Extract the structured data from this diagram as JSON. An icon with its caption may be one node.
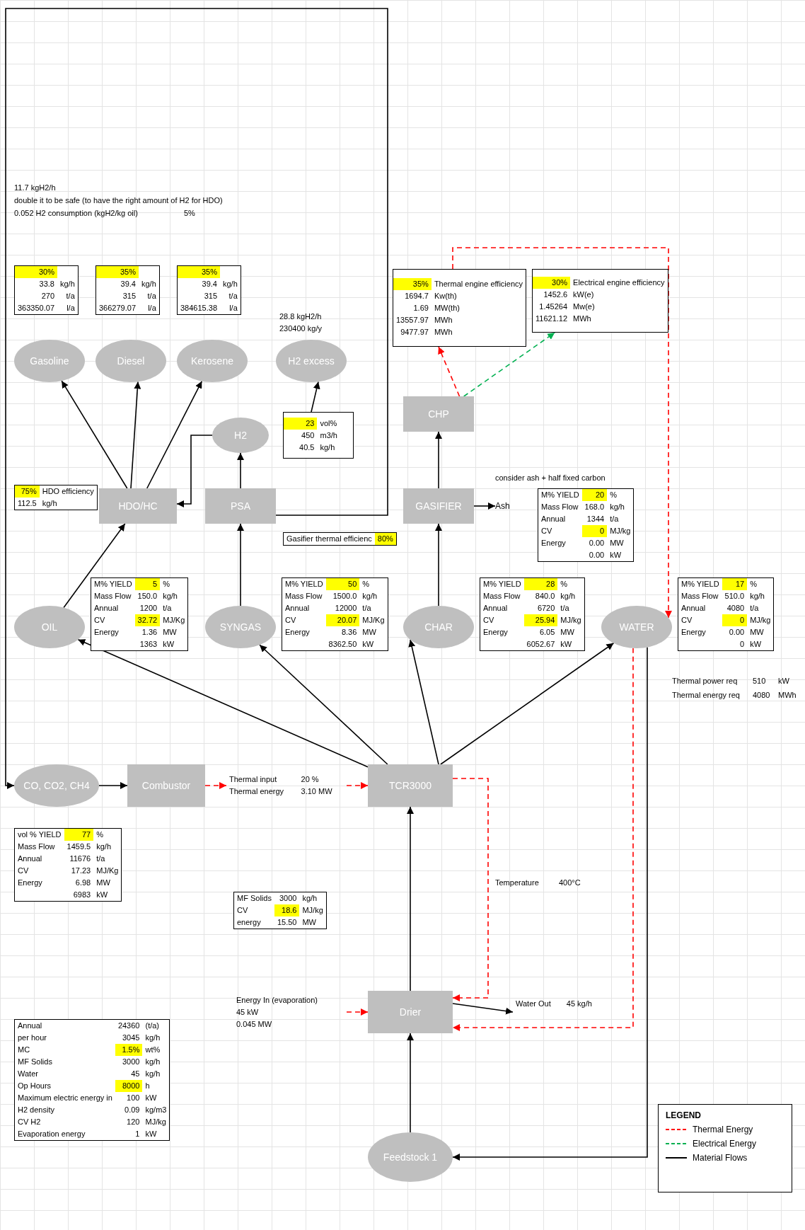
{
  "diagram": {
    "nodes": [
      {
        "text": [
          "Feedstock 1"
        ]
      },
      {
        "text": [
          "Annual",
          "24360",
          "(t/a)",
          "per hour",
          "3045",
          "kg/h",
          "MC",
          "1.5%",
          "wt%",
          "MF Solids",
          "3000",
          "kg/h",
          "Water",
          "45",
          "kg/h",
          "Op Hours",
          "8000",
          "h",
          "Maximum electric energy in",
          "100",
          "kW",
          "H2 density",
          "0.09",
          "kg/m3",
          "CV H2",
          "120",
          "MJ/kg",
          "Evaporation energy",
          "1",
          "kW"
        ]
      },
      {
        "text": [
          "Drier"
        ]
      },
      {
        "text": [
          "MF Solids",
          "3000",
          "kg/h",
          "CV",
          "18.6",
          "MJ/kg",
          "energy",
          "15.50",
          "MW"
        ]
      },
      {
        "text": [
          "Energy In (evaporation)",
          "45 kW",
          "0.045 MW"
        ]
      },
      {
        "text": [
          "Water Out",
          "45 kg/h"
        ]
      },
      {
        "text": [
          "TCR3000"
        ]
      },
      {
        "text": [
          "CO, CO2, CH4"
        ]
      },
      {
        "text": [
          "Combustor"
        ]
      },
      {
        "text": [
          "vol % YIELD",
          "77",
          "%",
          "Mass Flow",
          "1459.5",
          "kg/h",
          "Annual",
          "11676",
          "t/a",
          "CV",
          "17.23",
          "MJ/Kg",
          "Energy",
          "6.98",
          "MW",
          "6983",
          "kW"
        ]
      },
      {
        "text": [
          "Thermal input",
          "20 %",
          "Thermal energy",
          "3.10 MW"
        ]
      },
      {
        "text": [
          "OIL"
        ]
      },
      {
        "text": [
          "M% YIELD",
          "5",
          "%",
          "Mass Flow",
          "150.0",
          "kg/h",
          "Annual",
          "1200",
          "t/a",
          "CV",
          "32.72",
          "MJ/Kg",
          "Energy",
          "1.36",
          "MW",
          "1363",
          "kW"
        ]
      },
      {
        "text": [
          "SYNGAS"
        ]
      },
      {
        "text": [
          "M% YIELD",
          "50",
          "%",
          "Mass Flow",
          "1500.0",
          "kg/h",
          "Annual",
          "12000",
          "t/a",
          "CV",
          "20.07",
          "MJ/Kg",
          "Energy",
          "8.36",
          "MW",
          "8362.50",
          "kW"
        ]
      },
      {
        "text": [
          "CHAR"
        ]
      },
      {
        "text": [
          "M% YIELD",
          "28",
          "%",
          "Mass Flow",
          "840.0",
          "kg/h",
          "Annual",
          "6720",
          "t/a",
          "CV",
          "25.94",
          "MJ/kg",
          "Energy",
          "6.05",
          "MW",
          "6052.67",
          "kW"
        ]
      },
      {
        "text": [
          "WATER"
        ]
      },
      {
        "text": [
          "M% YIELD",
          "17",
          "%",
          "Mass Flow",
          "510.0",
          "kg/h",
          "Annual",
          "4080",
          "t/a",
          "CV",
          "0",
          "MJ/kg",
          "Energy",
          "0.00",
          "MW",
          "0",
          "kW"
        ]
      },
      {
        "text": [
          "HDO/HC"
        ]
      },
      {
        "text": [
          "75%",
          "HDO efficiency",
          "112.5",
          "kg/h"
        ]
      },
      {
        "text": [
          "Gasoline"
        ]
      },
      {
        "text": [
          "30%",
          "33.8",
          "kg/h",
          "270",
          "t/a",
          "363350.07",
          "l/a"
        ]
      },
      {
        "text": [
          "Diesel"
        ]
      },
      {
        "text": [
          "35%",
          "39.4",
          "kg/h",
          "315",
          "t/a",
          "366279.07",
          "l/a"
        ]
      },
      {
        "text": [
          "Kerosene"
        ]
      },
      {
        "text": [
          "35%",
          "39.4",
          "kg/h",
          "315",
          "t/a",
          "384615.38",
          "l/a"
        ]
      },
      {
        "text": [
          "PSA"
        ]
      },
      {
        "text": [
          "H2"
        ]
      },
      {
        "text": [
          "23",
          "vol%",
          "450",
          "m3/h",
          "40.5",
          "kg/h"
        ]
      },
      {
        "text": [
          "H2 excess"
        ],
        "beside": [
          "28.8 kgH2/h",
          "230400 kg/y"
        ]
      },
      {
        "text": [
          "GASIFIER"
        ]
      },
      {
        "text": [
          "Gasifier thermal efficienc",
          "80%"
        ]
      },
      {
        "text": [
          "Ash"
        ]
      },
      {
        "text": [
          "M% YIELD",
          "20",
          "%",
          "Mass Flow",
          "168.0",
          "kg/h",
          "Annual",
          "1344",
          "t/a",
          "CV",
          "0",
          "MJ/kg",
          "Energy",
          "0.00",
          "MW",
          "0.00",
          "kW"
        ]
      },
      {
        "text": [
          "CHP"
        ]
      },
      {
        "text": [
          "35%",
          "Thermal engine efficiency",
          "1694.7",
          "Kw(th)",
          "1.69",
          "MW(th)",
          "13557.97",
          "MWh",
          "9477.97",
          "MWh"
        ]
      },
      {
        "text": [
          "30%",
          "Electrical engine efficiency",
          "1452.6",
          "kW(e)",
          "1.45264",
          "Mw(e)",
          "11621.12",
          "MWh"
        ]
      }
    ],
    "edges": [
      {
        "from": 0,
        "to": 2,
        "arrow": "to"
      },
      {
        "from": 2,
        "to": 6,
        "arrow": "to"
      },
      {
        "from": 4,
        "to": 2,
        "arrow": "to",
        "style": "dashed",
        "color": "#ff0000"
      },
      {
        "from": 2,
        "to": 5,
        "arrow": "to"
      },
      {
        "from": 6,
        "to": 2,
        "arrow": "to",
        "style": "dashed",
        "color": "#ff0000"
      },
      {
        "from": 17,
        "to": 2,
        "arrow": "to",
        "style": "dashed",
        "color": "#ff0000"
      },
      {
        "from": 17,
        "to": 0,
        "arrow": "to"
      },
      {
        "from": 6,
        "to": 11,
        "arrow": "to"
      },
      {
        "from": 6,
        "to": 13,
        "arrow": "to"
      },
      {
        "from": 6,
        "to": 15,
        "arrow": "to"
      },
      {
        "from": 6,
        "to": 17,
        "arrow": "to"
      },
      {
        "from": 7,
        "to": 8,
        "arrow": "to"
      },
      {
        "from": 8,
        "to": 10,
        "arrow": "to",
        "style": "dashed",
        "color": "#ff0000"
      },
      {
        "from": 10,
        "to": 6,
        "arrow": "to",
        "style": "dashed",
        "color": "#ff0000"
      },
      {
        "from": 11,
        "to": 19,
        "arrow": "to"
      },
      {
        "from": 19,
        "to": 21,
        "arrow": "to"
      },
      {
        "from": 19,
        "to": 23,
        "arrow": "to"
      },
      {
        "from": 19,
        "to": 25,
        "arrow": "to"
      },
      {
        "from": 13,
        "to": 27,
        "arrow": "to"
      },
      {
        "from": 27,
        "to": 28,
        "arrow": "to"
      },
      {
        "from": 28,
        "to": 19,
        "arrow": "to"
      },
      {
        "from": 29,
        "to": 30,
        "arrow": "to"
      },
      {
        "from": 27,
        "to": 7,
        "arrow": "to"
      },
      {
        "from": 15,
        "to": 31,
        "arrow": "to"
      },
      {
        "from": 31,
        "to": 35,
        "arrow": "to"
      },
      {
        "from": 31,
        "to": 33,
        "arrow": "to"
      },
      {
        "from": 35,
        "to": 36,
        "arrow": "to",
        "style": "dashed",
        "color": "#ff0000"
      },
      {
        "from": 35,
        "to": 37,
        "arrow": "to",
        "style": "dashed",
        "color": "#00b050"
      },
      {
        "from": 36,
        "to": 17,
        "arrow": "to",
        "style": "dashed",
        "color": "#ff0000"
      }
    ],
    "labels": [
      "Temperature",
      "400°C",
      "11.7 kgH2/h",
      "double it to be safe (to have the right amount of H2 for HDO)",
      "0.052 H2 consumption (kgH2/kg oil)",
      "5%",
      "consider ash + half fixed carbon",
      "Thermal power req",
      "510",
      "kW",
      "Thermal energy req",
      "4080",
      "MWh",
      "LEGEND"
    ],
    "legend": [
      {
        "text": "Thermal Energy"
      },
      {
        "text": "Electrical Energy"
      },
      {
        "text": "Material Flows"
      }
    ]
  }
}
